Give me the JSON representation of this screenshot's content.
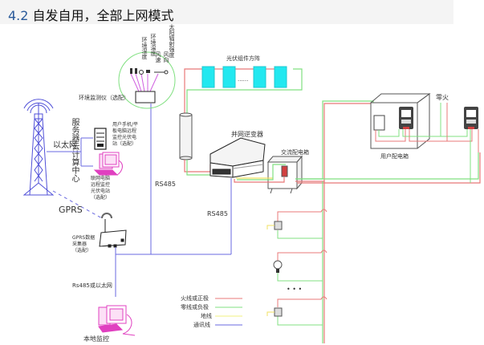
{
  "header": {
    "section_number": "4.2",
    "title": "自发自用，全部上网模式"
  },
  "labels": {
    "cloud_center": "服务器云计算中心",
    "ethernet": "以太网",
    "gprs": "GPRS",
    "gprs_collector": [
      "GPRS数据",
      "采集器",
      "（选配）"
    ],
    "mobile_monitor": [
      "用户手机/平",
      "板电脑远程",
      "监控光伏电",
      "站（选配）"
    ],
    "pc_remote_monitor": [
      "联网电脑",
      "远程监控",
      "光伏电站",
      "（选配）"
    ],
    "env_monitor": "环境监测仪（选配）",
    "sensors": [
      "环境湿度",
      "环境温度",
      "太阳辐射强度",
      "风速",
      "风向"
    ],
    "pv_array": "光伏组件方阵",
    "inverter": "并网逆变器",
    "ac_box": "交流配电箱",
    "user_box": "用户配电箱",
    "neutral_live": "零火",
    "rs485_1": "RS485",
    "rs485_2": "RS485",
    "rs485_or_ethernet": "Rs485或以太网",
    "local_monitor": "本地监控",
    "ellipsis_panels": "......",
    "ellipsis_loads": "• • •"
  },
  "legend": [
    {
      "label": "火线或正极",
      "color": "#e87878"
    },
    {
      "label": "零线或负极",
      "color": "#80e080"
    },
    {
      "label": "地线",
      "color": "#f0f080"
    },
    {
      "label": "通讯线",
      "color": "#6a6ae0"
    }
  ],
  "colors": {
    "live": "#e87878",
    "neutral": "#80e080",
    "ground": "#f0e060",
    "comm": "#6a6ae0",
    "tower": "#5050d8",
    "pc": "#e040c0",
    "panel": "#22e8f0",
    "sensor_wire": "#d060e0"
  }
}
